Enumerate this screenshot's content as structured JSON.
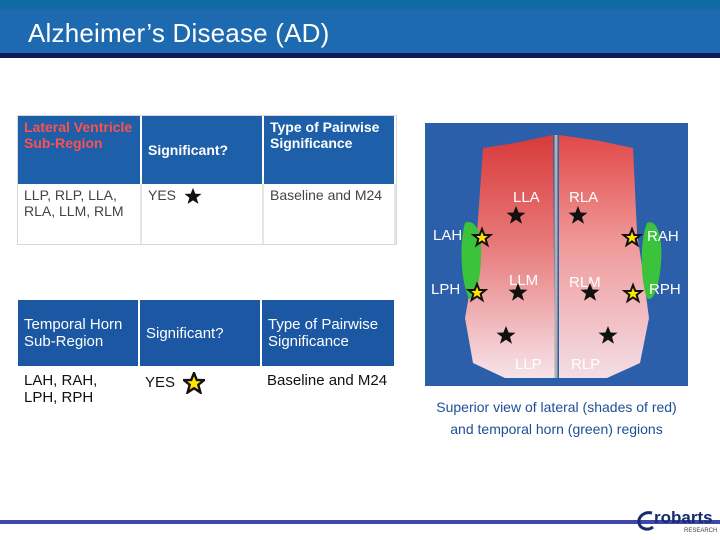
{
  "title": "Alzheimer’s Disease (AD)",
  "lateral_table": {
    "col1_header": "Lateral Ventricle Sub-Region",
    "col2_header": "Significant?",
    "col3_header": "Type of Pairwise Significance",
    "row": {
      "regions": "LLP, RLP, LLA, RLA, LLM, RLM",
      "significant": "YES",
      "significance": "Baseline and M24"
    }
  },
  "temporal_table": {
    "col1_header": "Temporal Horn Sub-Region",
    "col2_header": "Significant?",
    "col3_header": "Type of Pairwise Significance",
    "row": {
      "regions": "LAH, RAH, LPH, RPH",
      "significant": "YES",
      "significance": "Baseline and M24"
    }
  },
  "brain_labels": {
    "lla": "LLA",
    "rla": "RLA",
    "lah": "LAH",
    "rah": "RAH",
    "llm": "LLM",
    "rlm": "RLM",
    "lph": "LPH",
    "rph": "RPH",
    "llp": "LLP",
    "rlp": "RLP"
  },
  "caption": "Superior view of lateral (shades of red) and temporal horn (green) regions",
  "logo": {
    "text": "robarts",
    "sub": "RESEARCH"
  },
  "colors": {
    "title_bar": "#1d6ab0",
    "accent_navy": "#0d1a57",
    "brain_bg": "#2b5faa"
  }
}
